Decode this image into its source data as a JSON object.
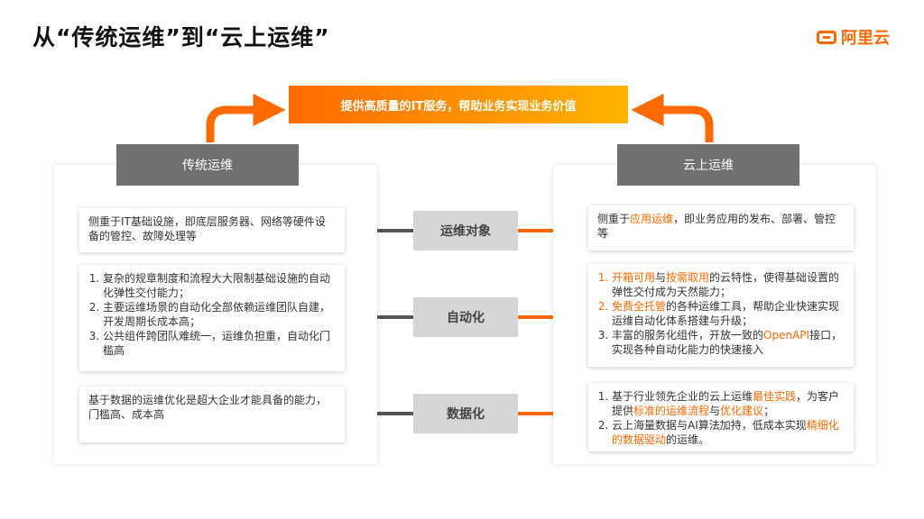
{
  "title": "从“传统运维”到“云上运维”",
  "logo": {
    "text": "阿里云"
  },
  "banner": "提供高质量的IT服务，帮助业务实现业务价值",
  "left": {
    "header": "传统运维",
    "cards": [
      {
        "text": "侧重于IT基础设施，即底层服务器、网络等硬件设备的管控、故障处理等"
      },
      {
        "items": [
          "复杂的规章制度和流程大大限制基础设施的自动化弹性交付能力；",
          "主要运维场景的自动化全部依赖运维团队自建，开发周期长成本高；",
          "公共组件跨团队难统一，运维负担重，自动化门槛高"
        ]
      },
      {
        "text": "基于数据的运维优化是超大企业才能具备的能力，门槛高、成本高"
      }
    ]
  },
  "categories": [
    "运维对象",
    "自动化",
    "数据化"
  ],
  "right": {
    "header": "云上运维",
    "card1": {
      "a": "侧重于",
      "b": "应用运维",
      "c": "，即业务应用的发布、部署、管控等"
    },
    "card2": [
      {
        "a": "开箱可用",
        "b": "与",
        "c": "按需取用",
        "d": "的云特性，使得基础设置的弹性交付成为天然能力；"
      },
      {
        "a": "免费全托管",
        "b": "的各种运维工具，帮助企业快速实现运维自动化体系搭建与升级；"
      },
      {
        "a": "丰富的服务化组件，开放一致的",
        "b": "OpenAPI",
        "c": "接口，实现各种自动化能力的快速接入"
      }
    ],
    "card3": [
      {
        "a": "基于行业领先企业的云上运维",
        "b": "最佳实践",
        "c": "，为客户提供",
        "d": "标准的运维流程",
        "e": "与",
        "f": "优化建议",
        "g": "；"
      },
      {
        "a": "云上海量数据与AI算法加持，低成本实现",
        "b": "精细化的数据驱动",
        "c": "的运维。"
      }
    ]
  },
  "colors": {
    "accent": "#ff6a00",
    "header_gray": "#707070",
    "category_gray": "#d6d6d6",
    "arrow_dark": "#555555"
  }
}
